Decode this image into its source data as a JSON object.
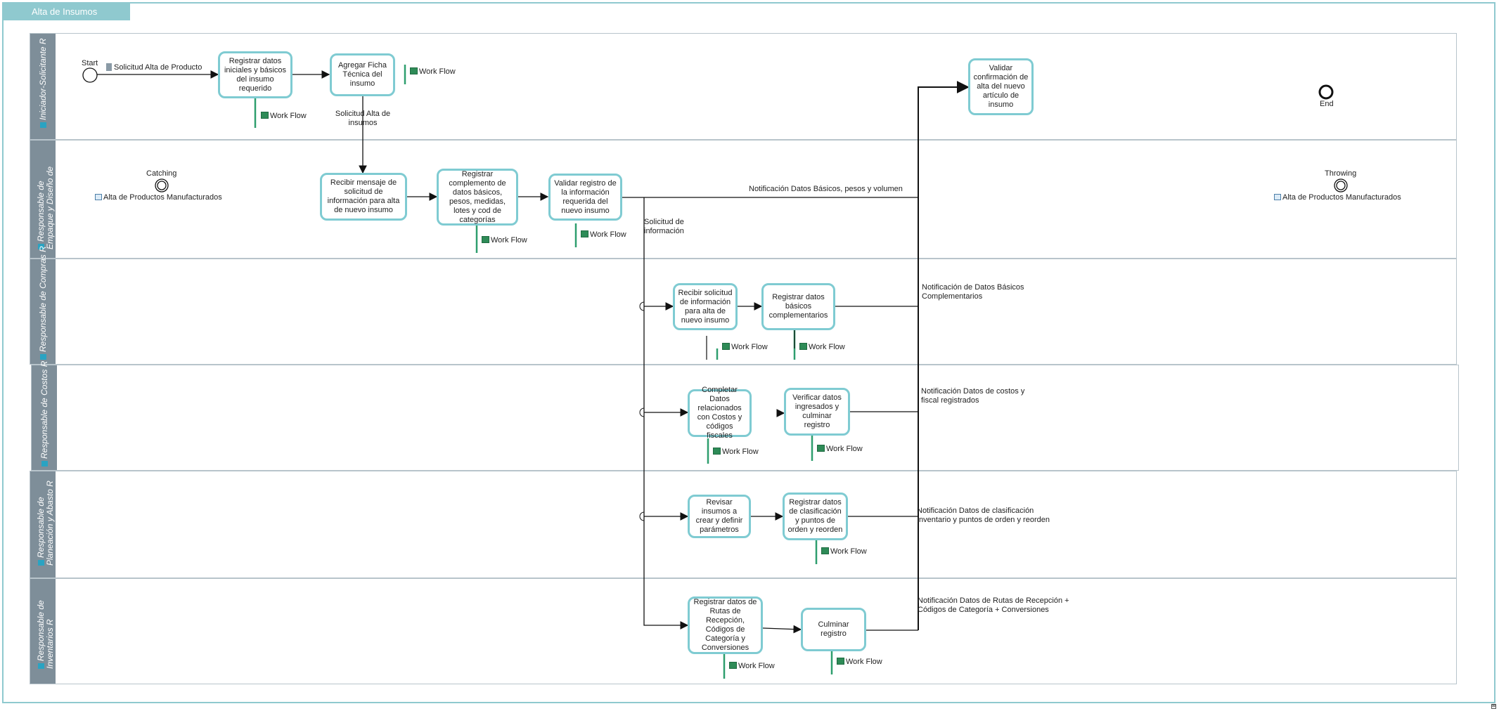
{
  "window": {
    "title": "Alta de Insumos"
  },
  "lanes": [
    {
      "label": "Iniciador-Solicitante R"
    },
    {
      "label": "Responsable de Empaque y Diseño de Producto R"
    },
    {
      "label": "Responsable de Compras R"
    },
    {
      "label": "Responsable de Costos R"
    },
    {
      "label": "Responsable de Planeación y Abasto R"
    },
    {
      "label": "Responsable de Inventarios R"
    }
  ],
  "events": {
    "start": "Start",
    "end": "End",
    "catching": "Catching",
    "throwing": "Throwing"
  },
  "artifacts": {
    "solicitud_alta_producto": "Solicitud Alta de Producto",
    "alta_manufacturados_left": "Alta de Productos  Manufacturados",
    "alta_manufacturados_right": "Alta de Productos  Manufacturados"
  },
  "tasks": {
    "registrar_datos_iniciales": "Registrar datos iniciales y básicos del insumo requerido",
    "agregar_ficha_tecnica": "Agregar Ficha Técnica del insumo",
    "validar_confirmacion": "Validar confirmación de alta del nuevo artículo de insumo",
    "recibir_mensaje": "Recibir mensaje de solicitud de información para alta de nuevo insumo",
    "registrar_complemento": "Registrar complemento de datos básicos, pesos, medidas, lotes y cod de categorías",
    "validar_registro": "Validar registro de la información requerida del nuevo insumo",
    "recibir_solicitud": "Recibir solicitud de información para alta de nuevo insumo",
    "registrar_basicos_complementarios": "Registrar datos básicos complementarios",
    "completar_datos_costos": "Completar Datos relacionados con Costos y códigos fiscales",
    "verificar_datos": "Verificar datos ingresados y culminar registro",
    "revisar_insumos": "Revisar insumos a crear y definir parámetros",
    "registrar_clasificacion": "Registrar datos de clasificación y puntos de orden y reorden",
    "registrar_rutas": "Registrar datos de Rutas de Recepción, Códigos de Categoría y Conversiones",
    "culminar_registro": "Culminar registro"
  },
  "workflow_label": "Work Flow",
  "flow_labels": {
    "solicitud_alta_insumos": "Solicitud Alta de insumos",
    "solicitud_informacion": "Solicitud de información",
    "notif_basicos_pesos": "Notificación Datos Básicos, pesos y volumen",
    "notif_basicos_complementarios": "Notificación de Datos Básicos Complementarios",
    "notif_costos_fiscal": "Notificación Datos de costos y fiscal registrados",
    "notif_clasificacion": "Notificación Datos de clasificación Inventario y puntos de orden y reorden",
    "notif_rutas": "Notificación Datos de Rutas de Recepción + Códigos de Categoría + Conversiones"
  },
  "colors": {
    "frame": "#8fc9cf",
    "task_border": "#7fcbd2",
    "lane_header": "#7e8e99",
    "workflow_bar": "#2e9e6e"
  }
}
